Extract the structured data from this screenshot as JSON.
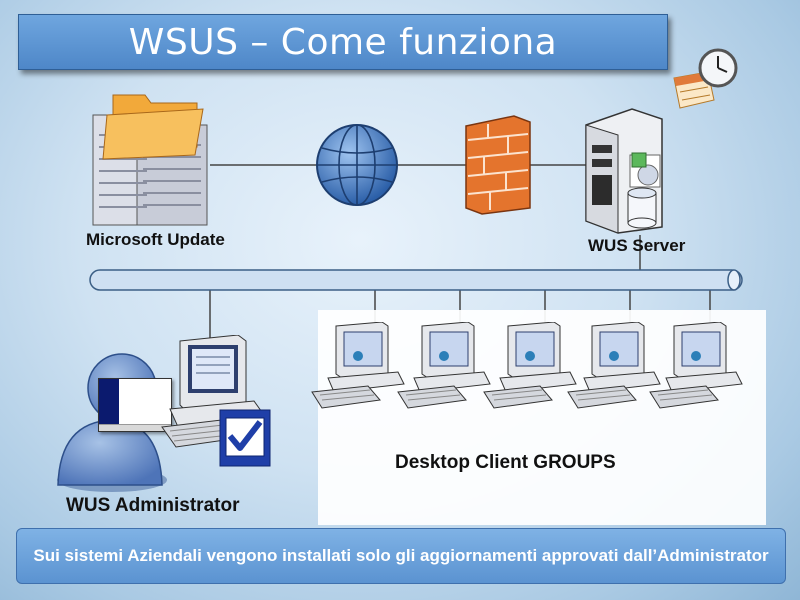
{
  "title": "WSUS – Come funziona",
  "labels": {
    "microsoft_update": "Microsoft Update",
    "wus_server": "WUS Server",
    "desktop_clients": "Desktop Client GROUPS",
    "wus_admin": "WUS Administrator"
  },
  "footer": "Sui sistemi Aziendali vengono installati solo gli aggiornamenti approvati dall’Administrator",
  "icons": [
    "folder-server-icon",
    "globe-icon",
    "firewall-icon",
    "server-tower-icon",
    "clock-icon",
    "calendar-icon",
    "admin-user-icon",
    "workstation-icon",
    "checkbox-icon"
  ],
  "colors": {
    "title_bg": "#5b93d1",
    "footer_bg": "#6aa2dc",
    "bus": "#c7dbef"
  }
}
